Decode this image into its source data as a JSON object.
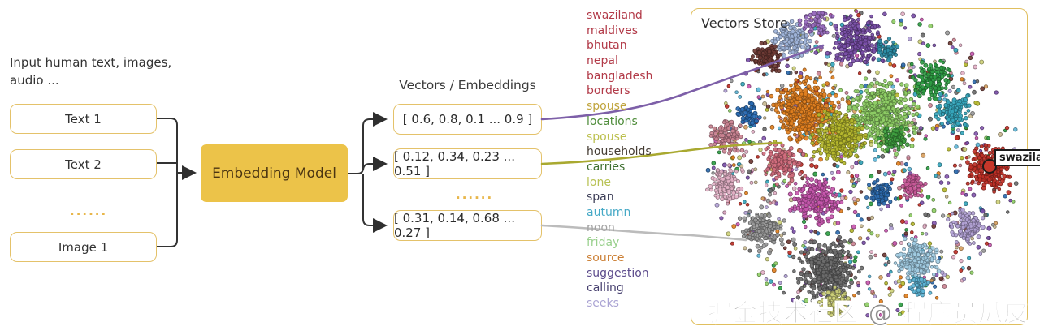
{
  "header": {
    "input_caption": "Input human text, images,\naudio ...",
    "vectors_title": "Vectors / Embeddings",
    "store_title": "Vectors Store"
  },
  "ellipsis": "......",
  "input_boxes": [
    {
      "label": "Text 1"
    },
    {
      "label": "Text 2"
    },
    {
      "label": "Image 1"
    }
  ],
  "model": {
    "label": "Embedding Model",
    "fill": "#ecc349",
    "text_color": "#4b3512"
  },
  "vector_boxes": [
    {
      "value": "[ 0.6, 0.8, 0.1 ... 0.9 ]"
    },
    {
      "value": "[ 0.12, 0.34, 0.23 ... 0.51 ]"
    },
    {
      "value": "[ 0.31, 0.14, 0.68 ... 0.27 ]"
    }
  ],
  "word_list": [
    {
      "text": "swaziland",
      "color": "#b23a48"
    },
    {
      "text": "maldives",
      "color": "#b23a48"
    },
    {
      "text": "bhutan",
      "color": "#b23a48"
    },
    {
      "text": "nepal",
      "color": "#b23a48"
    },
    {
      "text": "bangladesh",
      "color": "#b23a48"
    },
    {
      "text": "borders",
      "color": "#b23a48"
    },
    {
      "text": "spouse",
      "color": "#c0a43c"
    },
    {
      "text": "locations",
      "color": "#4e8c3a"
    },
    {
      "text": "spouse",
      "color": "#bcc04e"
    },
    {
      "text": "households",
      "color": "#453c33"
    },
    {
      "text": "carries",
      "color": "#3f7030"
    },
    {
      "text": "lone",
      "color": "#b8c255"
    },
    {
      "text": "span",
      "color": "#3c3d56"
    },
    {
      "text": "autumn",
      "color": "#46a9c6"
    },
    {
      "text": "noon",
      "color": "#a3a3a3"
    },
    {
      "text": "friday",
      "color": "#99d08d"
    },
    {
      "text": "source",
      "color": "#cc8036"
    },
    {
      "text": "suggestion",
      "color": "#5c4b8c"
    },
    {
      "text": "calling",
      "color": "#47406f"
    },
    {
      "text": "seeks",
      "color": "#aba4d4"
    }
  ],
  "similarity_lines": [
    {
      "name": "from-vector-1",
      "color": "#7d5fa8"
    },
    {
      "name": "from-vector-2",
      "color": "#a9a930"
    },
    {
      "name": "from-vector-3",
      "color": "#bcbcbc"
    }
  ],
  "highlight": {
    "label": "swaziland",
    "dot_color": "#c5372a",
    "dot_border": "#201a18"
  },
  "watermark": "掘金技术社区 @ 程序员瓜皮",
  "colors": {
    "box_border": "#e4c26a",
    "store_border": "#e0bf5e",
    "connector": "#333333",
    "ellipsis": "#e8b64a",
    "text": "#333333"
  },
  "chart_data": {
    "type": "scatter",
    "title": "Vectors Store",
    "description": "2D t-SNE style projection of word embedding vectors: thousands of small colored points grouped in semantic clusters forming a rough disc; one red point on the right is highlighted and labeled swaziland.",
    "xlim": [
      0,
      415
    ],
    "ylim": [
      0,
      391
    ],
    "grid": false,
    "legend": false,
    "disc": {
      "cx": 212,
      "cy": 190,
      "radius": 196
    },
    "annotation": {
      "label": "swaziland",
      "x": 368,
      "y": 195
    },
    "mixed_background": {
      "x": 212,
      "y": 190,
      "radius": 192,
      "n": 950,
      "palette": [
        "#e2801f",
        "#7a4fa8",
        "#2f9e44",
        "#bf3027",
        "#36a7bd",
        "#cc8494",
        "#b6b92e",
        "#6d6d6d",
        "#2e6cb0",
        "#c757ae",
        "#8658b0",
        "#8fcf66",
        "#ced17a",
        "#e3b0c6",
        "#5fb7d8",
        "#6e3a34",
        "#9a9a9a",
        "#b2a2d5",
        "#d8a05f",
        "#c8b890"
      ]
    },
    "clusters": [
      {
        "color": "#9fb4da",
        "x": 123,
        "y": 38,
        "spread": 16,
        "n": 150
      },
      {
        "color": "#7a4fa8",
        "x": 206,
        "y": 40,
        "spread": 20,
        "n": 220
      },
      {
        "color": "#9a6cc0",
        "x": 155,
        "y": 15,
        "spread": 13,
        "n": 60
      },
      {
        "color": "#6e3a34",
        "x": 93,
        "y": 60,
        "spread": 12,
        "n": 90
      },
      {
        "color": "#e2801f",
        "x": 140,
        "y": 125,
        "spread": 27,
        "n": 400
      },
      {
        "color": "#2a6cb5",
        "x": 68,
        "y": 130,
        "spread": 9,
        "n": 50
      },
      {
        "color": "#8fcf66",
        "x": 235,
        "y": 130,
        "spread": 26,
        "n": 420
      },
      {
        "color": "#b6b92e",
        "x": 183,
        "y": 157,
        "spread": 20,
        "n": 320
      },
      {
        "color": "#2f9e44",
        "x": 297,
        "y": 87,
        "spread": 15,
        "n": 130
      },
      {
        "color": "#36a7bd",
        "x": 323,
        "y": 127,
        "spread": 14,
        "n": 120
      },
      {
        "color": "#2e8fa8",
        "x": 240,
        "y": 53,
        "spread": 9,
        "n": 50
      },
      {
        "color": "#cc8494",
        "x": 43,
        "y": 157,
        "spread": 13,
        "n": 100
      },
      {
        "color": "#e3b0c6",
        "x": 43,
        "y": 218,
        "spread": 14,
        "n": 120
      },
      {
        "color": "#d26e7e",
        "x": 113,
        "y": 190,
        "spread": 16,
        "n": 140
      },
      {
        "color": "#c757ae",
        "x": 153,
        "y": 235,
        "spread": 19,
        "n": 220
      },
      {
        "color": "#bf3027",
        "x": 368,
        "y": 198,
        "spread": 17,
        "n": 200
      },
      {
        "color": "#9a9a9a",
        "x": 87,
        "y": 272,
        "spread": 16,
        "n": 160
      },
      {
        "color": "#6d6d6d",
        "x": 167,
        "y": 323,
        "spread": 23,
        "n": 380
      },
      {
        "color": "#a2cde4",
        "x": 278,
        "y": 308,
        "spread": 16,
        "n": 200
      },
      {
        "color": "#5fb7d8",
        "x": 280,
        "y": 342,
        "spread": 8,
        "n": 60
      },
      {
        "color": "#ced17a",
        "x": 177,
        "y": 363,
        "spread": 11,
        "n": 110
      },
      {
        "color": "#b2a2d5",
        "x": 340,
        "y": 268,
        "spread": 14,
        "n": 110
      },
      {
        "color": "#2e6cb0",
        "x": 232,
        "y": 228,
        "spread": 10,
        "n": 90
      },
      {
        "color": "#cb5b9b",
        "x": 273,
        "y": 218,
        "spread": 10,
        "n": 70
      },
      {
        "color": "#3f9e3f",
        "x": 250,
        "y": 160,
        "spread": 11,
        "n": 80
      }
    ]
  }
}
